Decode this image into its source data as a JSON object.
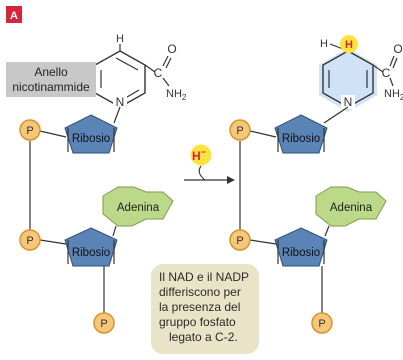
{
  "panel_label": "A",
  "left": {
    "label_line1": "Anello",
    "label_line2": "nicotinammide",
    "h_top": "H",
    "c": "C",
    "o": "O",
    "nh2_nh": "NH",
    "nh2_sub": "2",
    "n": "N"
  },
  "right": {
    "h_left": "H",
    "h_added": "H",
    "c": "C",
    "o": "O",
    "nh2_nh": "NH",
    "nh2_sub": "2",
    "n": "N"
  },
  "phosphate": "P",
  "ribose": "Ribosio",
  "adenine": "Adenina",
  "hydride_base": "H",
  "hydride_charge": "−",
  "note": {
    "line1": "Il NAD e il NADP",
    "line2": "differiscono per",
    "line3": "la presenza del",
    "line4": "gruppo fosfato",
    "line5": "legato a C-2."
  },
  "colors": {
    "panel_label_bg": "#d6263a",
    "ribose_fill": "#5a84b6",
    "adenine_fill": "#bcd98a",
    "phosphate_fill": "#f6c77a",
    "phosphate_stroke": "#d9922b",
    "hydride_fill": "#fde33f",
    "hydride_text": "#d6263a",
    "ring_highlight": "#a9cbee",
    "label_box": "#c8c8c8",
    "note_bg": "#e9e3c8"
  }
}
